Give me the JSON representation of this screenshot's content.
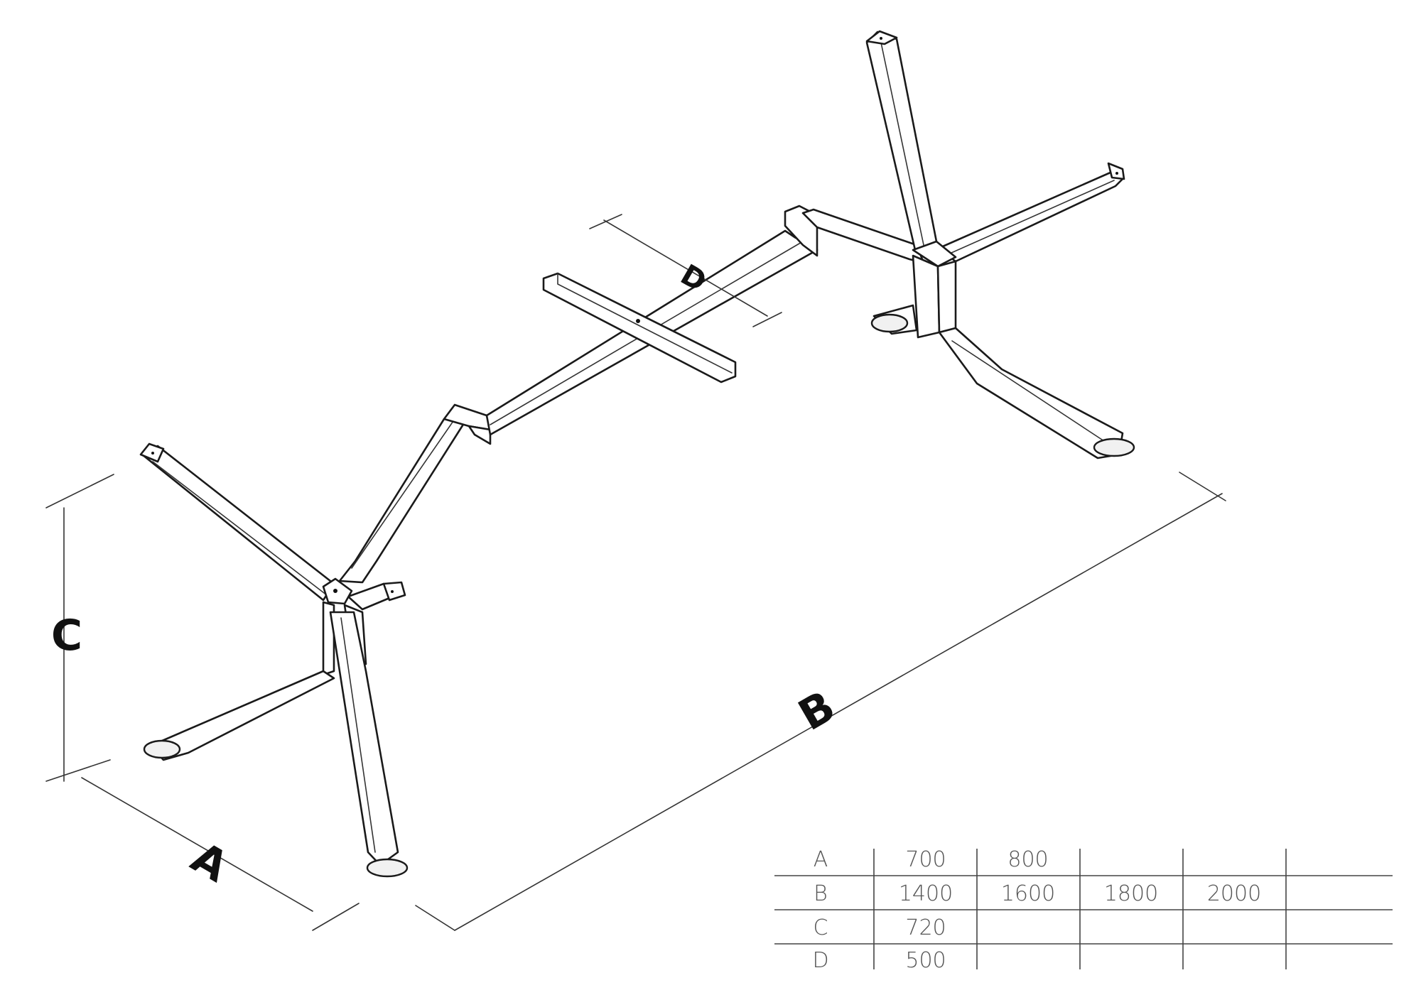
{
  "dimension_labels": {
    "a": "A",
    "b": "B",
    "c": "C",
    "d": "D"
  },
  "table": {
    "rows": [
      {
        "label": "A",
        "values": [
          "700",
          "800",
          "",
          "",
          ""
        ]
      },
      {
        "label": "B",
        "values": [
          "1400",
          "1600",
          "1800",
          "2000",
          ""
        ]
      },
      {
        "label": "C",
        "values": [
          "720",
          "",
          "",
          "",
          ""
        ]
      },
      {
        "label": "D",
        "values": [
          "500",
          "",
          "",
          "",
          ""
        ]
      }
    ]
  }
}
